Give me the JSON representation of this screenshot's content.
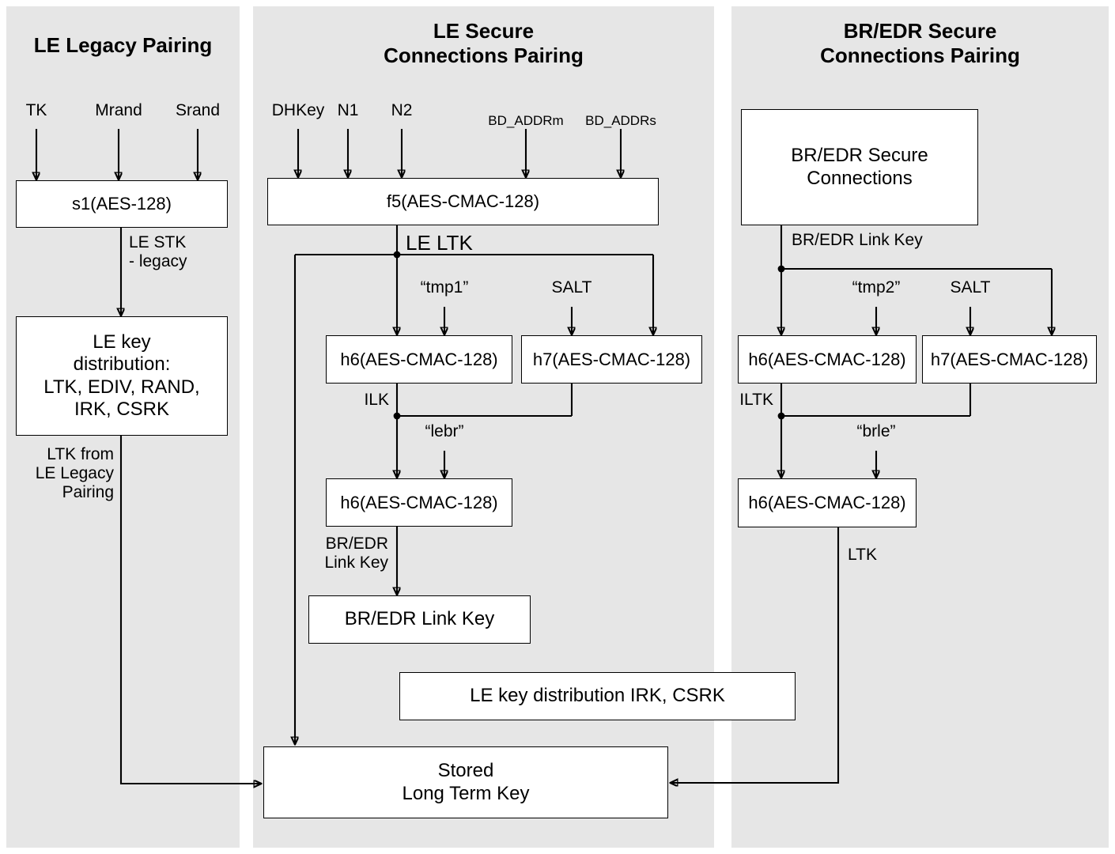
{
  "panels": [
    {
      "title": "LE Legacy Pairing"
    },
    {
      "title": "LE Secure\nConnections Pairing"
    },
    {
      "title": "BR/EDR Secure\nConnections Pairing"
    }
  ],
  "le_legacy": {
    "inputs": [
      "TK",
      "Mrand",
      "Srand"
    ],
    "s1_box": "s1(AES-128)",
    "stk_label": "LE STK\n- legacy",
    "key_dist_box": "LE key\ndistribution:\nLTK, EDIV, RAND,\nIRK, CSRK",
    "ltk_label": "LTK from\nLE Legacy\nPairing"
  },
  "le_sc": {
    "inputs": [
      "DHKey",
      "N1",
      "N2",
      "BD_ADDRm",
      "BD_ADDRs"
    ],
    "f5_box": "f5(AES-CMAC-128)",
    "le_ltk_label": "LE LTK",
    "tmp1_label": "“tmp1”",
    "salt_label": "SALT",
    "h6_box": "h6(AES-CMAC-128)",
    "h7_box": "h7(AES-CMAC-128)",
    "ilk_label": "ILK",
    "lebr_label": "“lebr”",
    "h6b_box": "h6(AES-CMAC-128)",
    "bredr_link_key_label": "BR/EDR\nLink Key",
    "bredr_link_key_box": "BR/EDR Link Key",
    "irk_csrk_box": "LE key distribution IRK, CSRK",
    "stored_ltk_box": "Stored\nLong Term Key"
  },
  "br_edr_sc": {
    "sc_box": "BR/EDR Secure\nConnections",
    "link_key_label": "BR/EDR Link Key",
    "tmp2_label": "“tmp2”",
    "salt_label": "SALT",
    "h6_box": "h6(AES-CMAC-128)",
    "h7_box": "h7(AES-CMAC-128)",
    "iltk_label": "ILTK",
    "brle_label": "“brle”",
    "h6b_box": "h6(AES-CMAC-128)",
    "ltk_label": "LTK"
  },
  "colors": {
    "panel_bg": "#e6e6e6",
    "node_bg": "#ffffff",
    "stroke": "#000000",
    "page_bg": "#ffffff"
  }
}
